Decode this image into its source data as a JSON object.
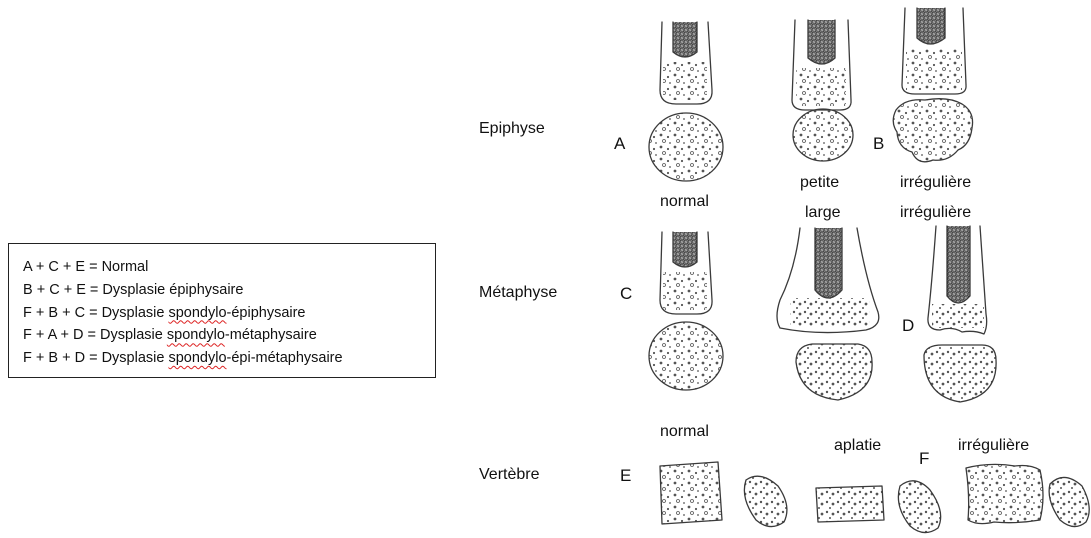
{
  "legend": {
    "lines": [
      {
        "before": "A + C + E = Normal",
        "squiggle": "",
        "after": ""
      },
      {
        "before": "B + C + E = Dysplasie épiphysaire",
        "squiggle": "",
        "after": ""
      },
      {
        "before": "F + B + C = Dysplasie ",
        "squiggle": "spondylo",
        "after": "-épiphysaire"
      },
      {
        "before": "F + A + D = Dysplasie ",
        "squiggle": "spondylo",
        "after": "-métaphysaire"
      },
      {
        "before": "F + B + D = Dysplasie ",
        "squiggle": "spondylo",
        "after": "-épi-métaphysaire"
      }
    ]
  },
  "rows": {
    "epiphyse": "Epiphyse",
    "metaphyse": "Métaphyse",
    "vertebre": "Vertèbre"
  },
  "letters": {
    "a": "A",
    "b": "B",
    "c": "C",
    "d": "D",
    "e": "E",
    "f": "F"
  },
  "captions": {
    "petite": "petite",
    "irreguliere_top": "irrégulière",
    "normal_top": "normal",
    "large": "large",
    "irreguliere_mid": "irrégulière",
    "normal_bottom": "normal",
    "aplatie": "aplatie",
    "irreguliere_bottom": "irrégulière"
  }
}
